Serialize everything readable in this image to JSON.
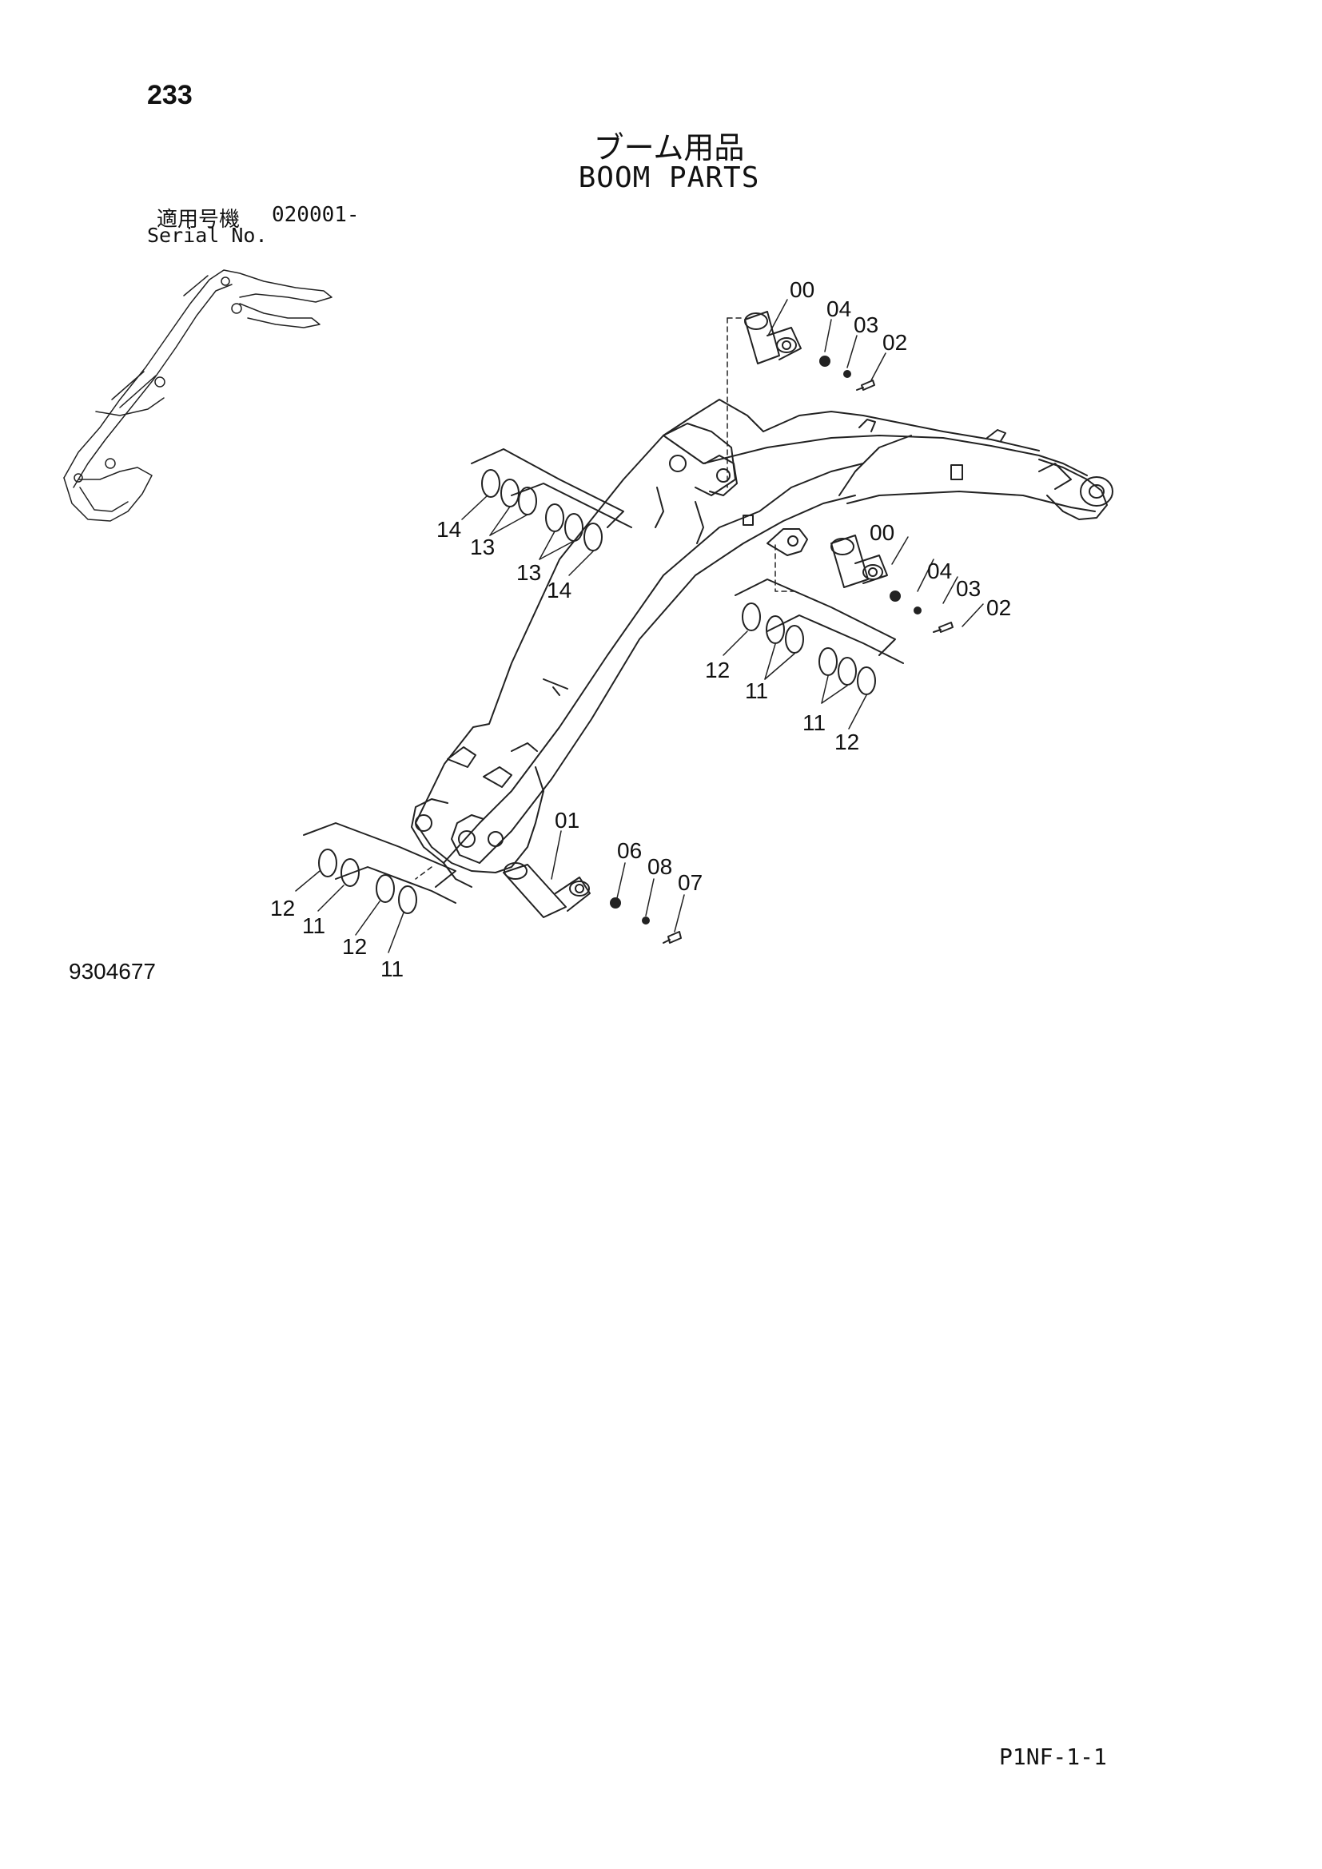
{
  "page_number": "233",
  "title_jp": "ブーム用品",
  "title_en": "BOOM PARTS",
  "serial": {
    "label_jp": "適用号機",
    "number": "020001-",
    "label_en": "Serial No."
  },
  "callouts": [
    "00",
    "04",
    "03",
    "02",
    "14",
    "13",
    "13",
    "14",
    "00",
    "04",
    "03",
    "02",
    "12",
    "11",
    "11",
    "12",
    "01",
    "06",
    "08",
    "07",
    "12",
    "11",
    "12",
    "11"
  ],
  "document_id": "9304677",
  "page_code": "P1NF-1-1"
}
